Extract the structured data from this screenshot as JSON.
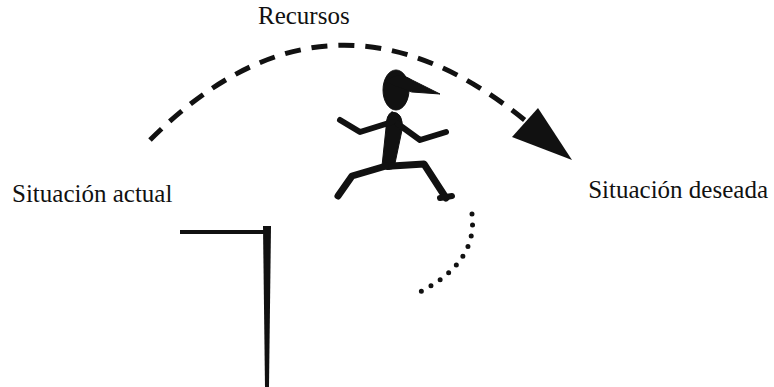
{
  "diagram": {
    "labels": [
      "Recursos",
      "Situación actual",
      "Situación deseada"
    ]
  }
}
